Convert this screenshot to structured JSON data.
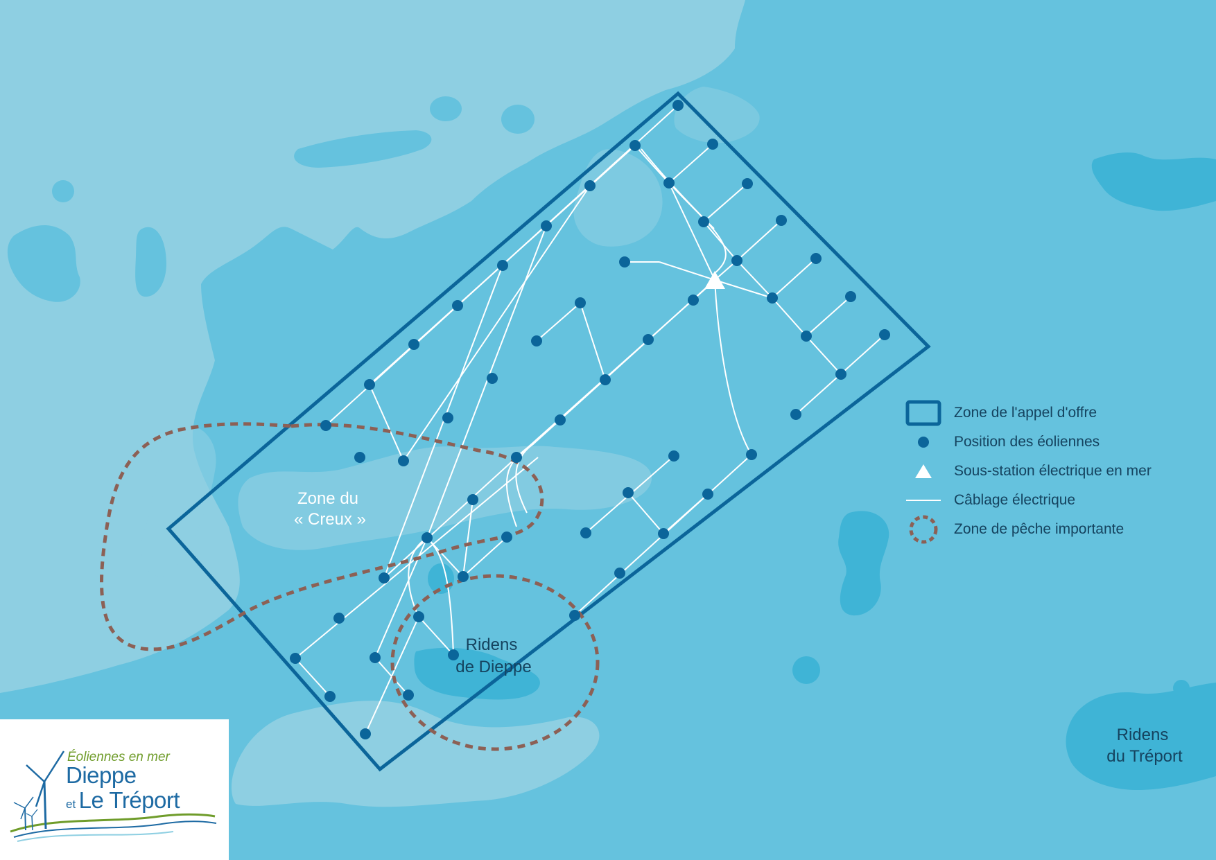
{
  "map": {
    "labels": {
      "creux_line1": "Zone du",
      "creux_line2": "« Creux »",
      "ridens_dieppe_line1": "Ridens",
      "ridens_dieppe_line2": "de Dieppe",
      "ridens_treport_line1": "Ridens",
      "ridens_treport_line2": "du Tréport"
    },
    "colors": {
      "sea_light": "#8ecfe2",
      "sea_mid": "#65c2de",
      "sea_deep": "#3fb4d6",
      "zone_outline": "#0b659a",
      "turbine": "#0b659a",
      "cable": "#ffffff",
      "fishing_zone": "#8c6055"
    }
  },
  "legend": {
    "items": [
      {
        "symbol": "rectangle-outline",
        "label": "Zone de l'appel d'offre"
      },
      {
        "symbol": "dot",
        "label": "Position des éoliennes"
      },
      {
        "symbol": "triangle",
        "label": "Sous-station électrique en mer"
      },
      {
        "symbol": "line",
        "label": "Câblage électrique"
      },
      {
        "symbol": "dashed-circle",
        "label": "Zone de pêche importante"
      }
    ]
  },
  "logo": {
    "line1": "Éoliennes en mer",
    "line2": "Dieppe",
    "line3_small": "et",
    "line3_large": "Le Tréport"
  }
}
